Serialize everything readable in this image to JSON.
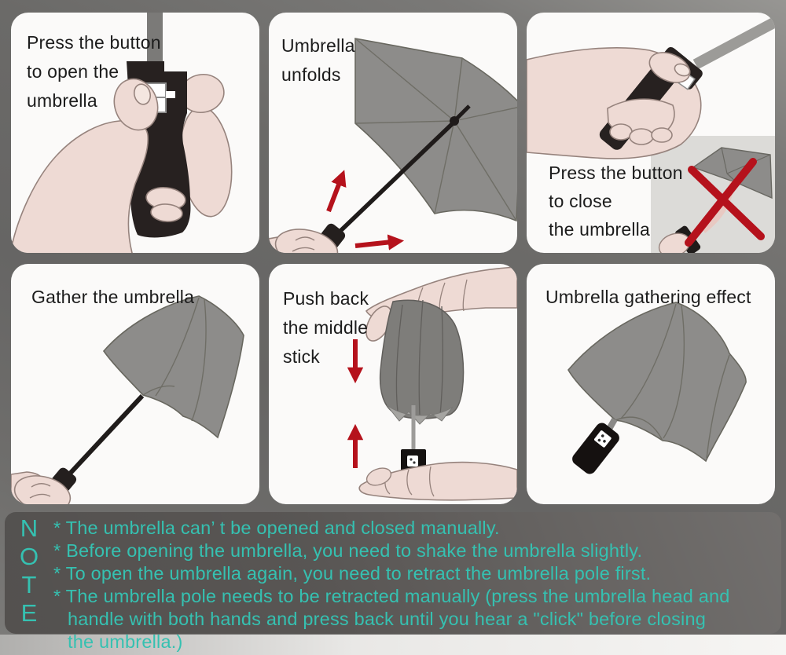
{
  "panels": [
    {
      "caption_lines": [
        "Press the button",
        "to open the",
        "umbrella"
      ]
    },
    {
      "caption_lines": [
        "Umbrella",
        "unfolds"
      ]
    },
    {
      "caption_lines": [
        "Press the button",
        "to close",
        "the umbrella"
      ]
    },
    {
      "caption_lines": [
        "Gather the umbrella"
      ]
    },
    {
      "caption_lines": [
        "Push back",
        "the middle",
        "stick"
      ]
    },
    {
      "caption_lines": [
        "Umbrella gathering effect"
      ]
    }
  ],
  "note": {
    "label_letters": [
      "N",
      "O",
      "T",
      "E"
    ],
    "lines": [
      "* The umbrella can’ t be opened and closed manually.",
      "* Before opening the umbrella, you need to shake the umbrella slightly.",
      "* To open the umbrella again, you need to retract the umbrella pole first.",
      "* The umbrella pole needs to be retracted manually (press the umbrella head and",
      "handle with both hands and press back until you hear a \"click\" before closing",
      "the umbrella.)"
    ]
  },
  "colors": {
    "note_accent": "#35c1b1",
    "arrow_red": "#b5121c",
    "cross_red": "#b5121c",
    "canopy_gray": "#8d8c8a",
    "handle_black": "#221d1c",
    "skin": "#eedad4",
    "pole_gray": "#8a8987",
    "backdrop_gray": "#6b6a68",
    "panel_bg": "#fbfaf9",
    "note_bg": "#5d5a58"
  }
}
